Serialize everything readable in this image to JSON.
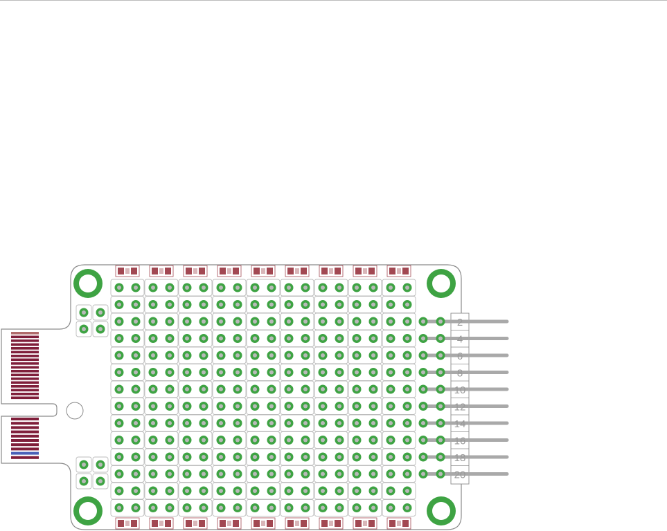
{
  "header_labels": [
    "2",
    "4",
    "6",
    "8",
    "10",
    "12",
    "14",
    "16",
    "18",
    "20"
  ],
  "grid": {
    "rows": 14,
    "column_pairs": 9
  },
  "edge_connector": {
    "upper_fingers": 18,
    "lower_fingers": 10
  },
  "colors": {
    "outline": "#8a8a8a",
    "pad_ring": "#3ea343",
    "pad_core": "#b9b9b9",
    "cell_line": "#bdbdbd",
    "mount_hole": "#3ea343",
    "smd_red": "#a24852",
    "finger": "#7f1e3a",
    "finger_marker_top": "#b06b6b",
    "finger_marker_bottom": "#4a61b8",
    "header_pin": "#a9a9a9",
    "label_text": "#9a9a9a"
  }
}
